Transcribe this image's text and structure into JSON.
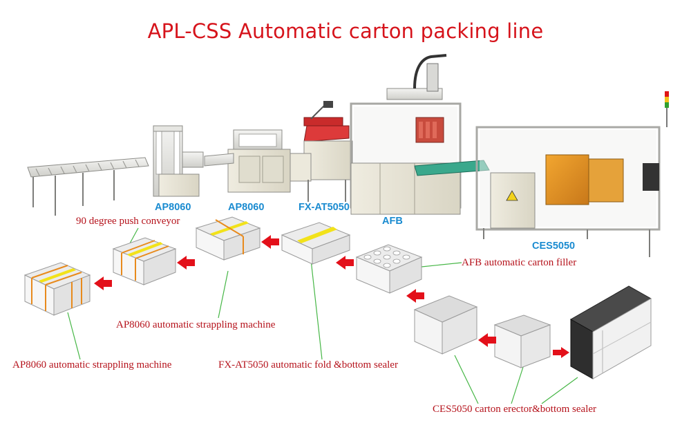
{
  "title": "APL-CSS Automatic carton packing line",
  "colors": {
    "title": "#d6131b",
    "model_label": "#1a8bd0",
    "caption": "#b5121b",
    "arrow": "#e3101a",
    "leader": "#45b645",
    "strap": "#e88a1c",
    "tape": "#f2e21a"
  },
  "machine_labels": [
    "AP8060",
    "AP8060",
    "FX-AT5050",
    "AFB",
    "CES5050"
  ],
  "captions": {
    "push_conveyor": "90 degree push conveyor",
    "afb_filler": "AFB automatic carton filler",
    "strap_1": "AP8060 automatic strappling machine",
    "strap_2": "AP8060 automatic strappling machine",
    "fold_sealer": "FX-AT5050 automatic fold &bottom sealer",
    "erector": "CES5050 carton erector&bottom sealer"
  },
  "icons": [
    "red-flow-arrow-icon",
    "carton-box-icon",
    "bottle-icon",
    "signal-tower-icon"
  ]
}
